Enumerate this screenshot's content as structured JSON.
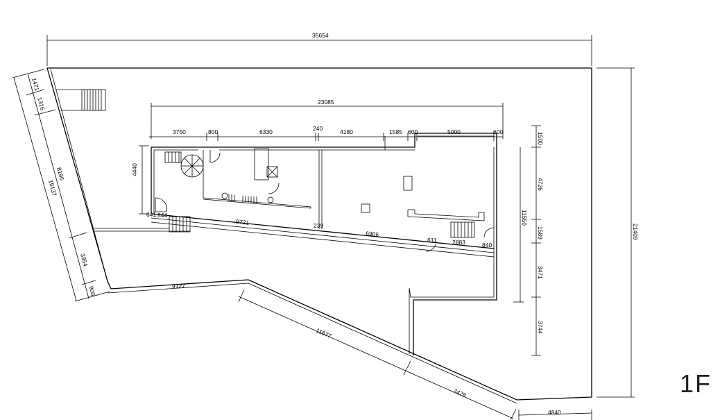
{
  "title": "1F",
  "dimensions": {
    "top_overall": "35654",
    "top_inner": "23085",
    "top_segments": [
      "3750",
      "800",
      "6330",
      "240",
      "4180",
      "1585",
      "600",
      "5000",
      "600"
    ],
    "left": [
      "1471",
      "1316",
      "8196",
      "15137",
      "3354",
      "800"
    ],
    "right_inner": [
      "1500",
      "4726",
      "11550",
      "1589",
      "3471",
      "3744"
    ],
    "right_overall": "21409",
    "bottom": [
      "9127",
      "11877",
      "7478",
      "4840"
    ],
    "interior": {
      "height_left": "4440",
      "a": "641",
      "b": "844",
      "c": "9721",
      "d": "239",
      "e": "6906",
      "f": "611",
      "g": "2883",
      "h": "840"
    }
  }
}
